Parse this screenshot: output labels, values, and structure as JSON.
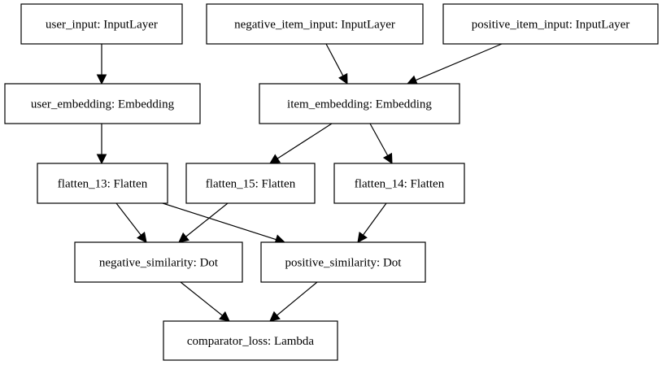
{
  "graph": {
    "nodes": [
      {
        "id": "user_input",
        "label": "user_input: InputLayer"
      },
      {
        "id": "negative_item_input",
        "label": "negative_item_input: InputLayer"
      },
      {
        "id": "positive_item_input",
        "label": "positive_item_input: InputLayer"
      },
      {
        "id": "user_embedding",
        "label": "user_embedding: Embedding"
      },
      {
        "id": "item_embedding",
        "label": "item_embedding: Embedding"
      },
      {
        "id": "flatten_13",
        "label": "flatten_13: Flatten"
      },
      {
        "id": "flatten_15",
        "label": "flatten_15: Flatten"
      },
      {
        "id": "flatten_14",
        "label": "flatten_14: Flatten"
      },
      {
        "id": "negative_similarity",
        "label": "negative_similarity: Dot"
      },
      {
        "id": "positive_similarity",
        "label": "positive_similarity: Dot"
      },
      {
        "id": "comparator_loss",
        "label": "comparator_loss: Lambda"
      }
    ],
    "edges": [
      {
        "from": "user_input",
        "to": "user_embedding"
      },
      {
        "from": "negative_item_input",
        "to": "item_embedding"
      },
      {
        "from": "positive_item_input",
        "to": "item_embedding"
      },
      {
        "from": "user_embedding",
        "to": "flatten_13"
      },
      {
        "from": "item_embedding",
        "to": "flatten_15"
      },
      {
        "from": "item_embedding",
        "to": "flatten_14"
      },
      {
        "from": "flatten_13",
        "to": "negative_similarity"
      },
      {
        "from": "flatten_13",
        "to": "positive_similarity"
      },
      {
        "from": "flatten_15",
        "to": "negative_similarity"
      },
      {
        "from": "flatten_14",
        "to": "positive_similarity"
      },
      {
        "from": "negative_similarity",
        "to": "comparator_loss"
      },
      {
        "from": "positive_similarity",
        "to": "comparator_loss"
      }
    ]
  }
}
